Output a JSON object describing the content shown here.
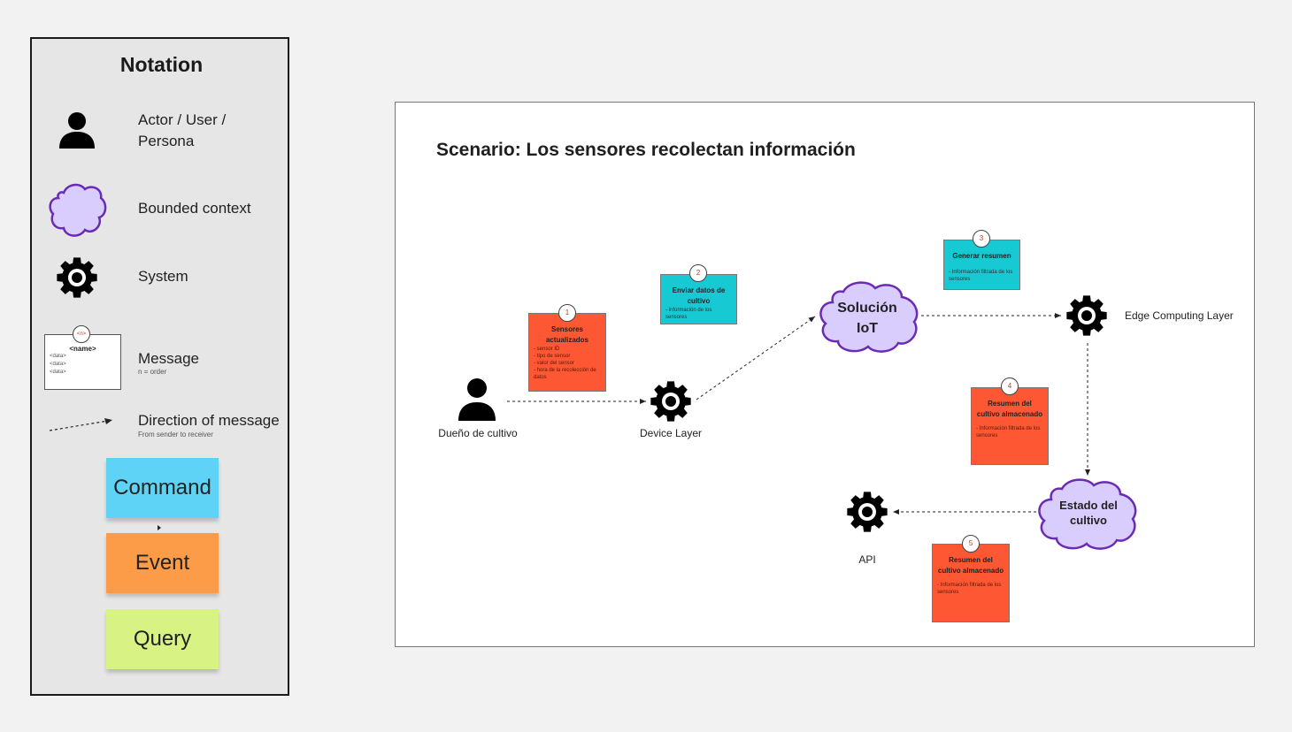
{
  "notation": {
    "title": "Notation",
    "actor": {
      "label": "Actor / User / Persona",
      "icon": "person-icon"
    },
    "bounded_context": {
      "label": "Bounded context",
      "icon": "cloud-icon"
    },
    "system": {
      "label": "System",
      "icon": "gear-icon"
    },
    "message": {
      "label": "Message",
      "sub": "n = order",
      "card_badge": "<n>",
      "card_name": "<name>",
      "card_items": [
        "<data>",
        "<data>",
        "<data>"
      ]
    },
    "direction": {
      "label": "Direction of message",
      "sub": "From sender to receiver"
    },
    "stickies": [
      {
        "label": "Command",
        "color": "#5fd3f5"
      },
      {
        "label": "Event",
        "color": "#fd9c48"
      },
      {
        "label": "Query",
        "color": "#d8f283"
      }
    ]
  },
  "scenario": {
    "title": "Scenario: Los sensores recolectan información",
    "nodes": {
      "actor": "Dueño de cultivo",
      "device_layer": "Device Layer",
      "solucion_iot": "Solución IoT",
      "edge_layer": "Edge Computing Layer",
      "estado_cultivo": "Estado del cultivo",
      "api": "API"
    },
    "messages": [
      {
        "n": "1",
        "color": "#fd5733",
        "name": "Sensores actualizados",
        "items": [
          "- sensor ID",
          "- tipo de sensor",
          "- valor del sensor",
          "- hora de la recolección de datos"
        ]
      },
      {
        "n": "2",
        "color": "#17c9d3",
        "name": "Enviar datos de cultivo",
        "items": [
          "- información de los sensores"
        ]
      },
      {
        "n": "3",
        "color": "#17c9d3",
        "name": "Generar resumen",
        "items": [
          "- Información filtrada de los sensores"
        ]
      },
      {
        "n": "4",
        "color": "#fd5733",
        "name": "Resumen del cultivo almacenado",
        "items": [
          "- Información filtrada de los sensores"
        ]
      },
      {
        "n": "5",
        "color": "#fd5733",
        "name": "Resumen del cultivo almacenado",
        "items": [
          "- Información filtrada de los sensores"
        ]
      }
    ]
  }
}
